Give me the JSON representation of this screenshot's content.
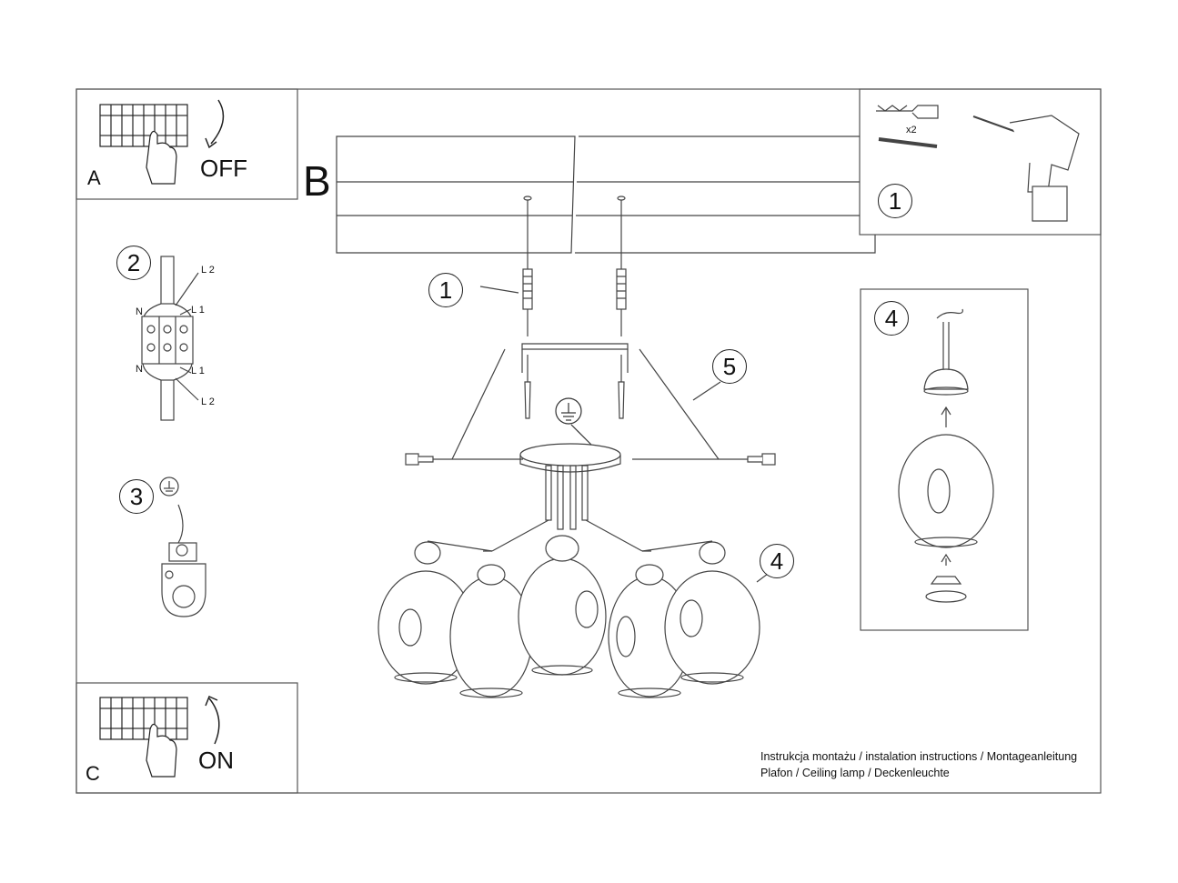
{
  "panels": {
    "a": {
      "letter": "A",
      "word": "OFF"
    },
    "b": {
      "letter": "B"
    },
    "c": {
      "letter": "C",
      "word": "ON"
    }
  },
  "step_numbers": {
    "tools": "1",
    "dowels": "1",
    "wiring": "2",
    "ground": "3",
    "shade_detail": "4",
    "shades": "4",
    "bracket": "5"
  },
  "tools": {
    "dowel_count": "x2"
  },
  "wiring_labels": {
    "l2_top": "L 2",
    "n_top": "N",
    "l1_top": "L 1",
    "n_bottom": "N",
    "l1_bottom": "L 1",
    "l2_bottom": "L 2"
  },
  "footer": {
    "line1": "Instrukcja montażu / instalation instructions / Montageanleitung",
    "line2": "Plafon / Ceiling lamp / Deckenleuchte"
  }
}
